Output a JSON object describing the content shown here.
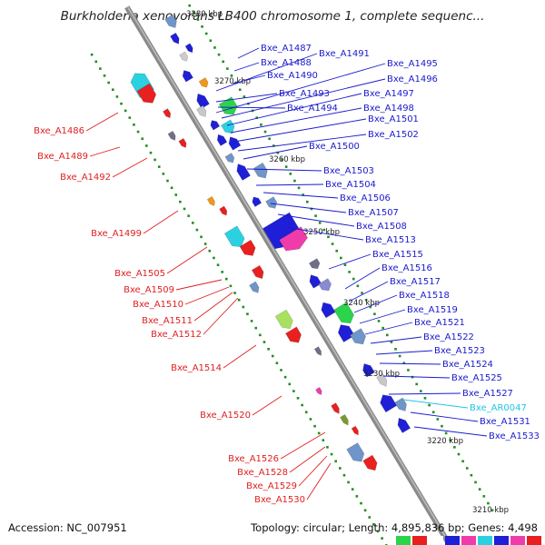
{
  "title": "Burkholderia xenovorans LB400 chromosome 1, complete sequenc...",
  "footer": {
    "accession": "Accession: NC_007951",
    "summary": "Topology: circular; Length: 4,895,836 bp; Genes: 4,498"
  },
  "colors": {
    "backbone": "#8a8a8a",
    "right_label": "#1a1acc",
    "left_label": "#e02020",
    "rna_label": "#22c4e6",
    "tick_dots": "#1f8f1f"
  },
  "scale_ticks": [
    "3280 kbp",
    "3270 kbp",
    "3260 kbp",
    "3250 kbp",
    "3240 kbp",
    "3230 kbp",
    "3220 kbp",
    "3210 kbp"
  ],
  "right_genes": [
    "Bxe_A1487",
    "Bxe_A1488",
    "Bxe_A1490",
    "Bxe_A1491",
    "Bxe_A1493",
    "Bxe_A1494",
    "Bxe_A1495",
    "Bxe_A1496",
    "Bxe_A1497",
    "Bxe_A1498",
    "Bxe_A1501",
    "Bxe_A1502",
    "Bxe_A1500",
    "Bxe_A1503",
    "Bxe_A1504",
    "Bxe_A1506",
    "Bxe_A1507",
    "Bxe_A1508",
    "Bxe_A1513",
    "Bxe_A1515",
    "Bxe_A1516",
    "Bxe_A1517",
    "Bxe_A1518",
    "Bxe_A1519",
    "Bxe_A1521",
    "Bxe_A1522",
    "Bxe_A1523",
    "Bxe_A1524",
    "Bxe_A1525",
    "Bxe_A1527",
    "Bxe_AR0047",
    "Bxe_A1531",
    "Bxe_A1533"
  ],
  "left_genes": [
    "Bxe_A1486",
    "Bxe_A1489",
    "Bxe_A1492",
    "Bxe_A1499",
    "Bxe_A1505",
    "Bxe_A1509",
    "Bxe_A1510",
    "Bxe_A1511",
    "Bxe_A1512",
    "Bxe_A1514",
    "Bxe_A1520",
    "Bxe_A1526",
    "Bxe_A1528",
    "Bxe_A1529",
    "Bxe_A1530"
  ],
  "rna_genes": [
    "Bxe_AR0047"
  ]
}
